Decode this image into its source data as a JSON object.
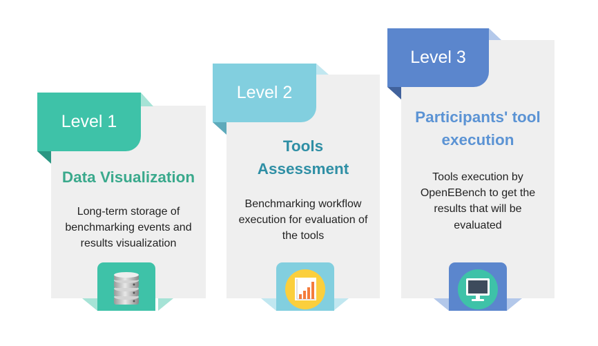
{
  "levels": [
    {
      "tab_label": "Level 1",
      "title": "Data Visualization",
      "description": "Long-term storage of benchmarking events and results visualization",
      "icon": "database-icon",
      "colors": {
        "tab": "#3ec2a8",
        "tab_fold": "#2a9682",
        "title": "#3aa98c",
        "icon_box": "#3ec2a8",
        "icon_tri": "#a6e3d6"
      }
    },
    {
      "tab_label": "Level 2",
      "title": "Tools Assessment",
      "description": "Benchmarking workflow execution for evaluation of the tools",
      "icon": "bar-chart-icon",
      "colors": {
        "tab": "#82cfdf",
        "tab_fold": "#5eaabb",
        "title": "#2f8fa5",
        "icon_box": "#82cfdf",
        "icon_tri": "#c1e7f0"
      }
    },
    {
      "tab_label": "Level 3",
      "title": "Participants' tool execution",
      "description": "Tools execution by OpenEBench to get the results that will be evaluated",
      "icon": "monitor-icon",
      "colors": {
        "tab": "#5b86cd",
        "tab_fold": "#41629c",
        "title": "#5b93d4",
        "icon_box": "#5b86cd",
        "icon_tri": "#b3c8ea"
      }
    }
  ]
}
